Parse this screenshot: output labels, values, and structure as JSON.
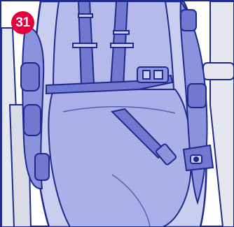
{
  "step": {
    "number": "31"
  },
  "colors": {
    "badge": "#e4003a",
    "outline": "#1e2a8c",
    "fabric_light": "#c9cdf0",
    "fabric_mid": "#aab1e8",
    "fabric_dark": "#8b93dd",
    "strap": "#7078d0",
    "frame_gray": "#e6e7ee"
  },
  "illustration": {
    "subject": "stroller-seat-harness-closeup",
    "items": [
      "shoulder-straps",
      "waist-belt",
      "buckle",
      "crotch-strap",
      "side-button",
      "frame-left",
      "frame-right"
    ]
  }
}
